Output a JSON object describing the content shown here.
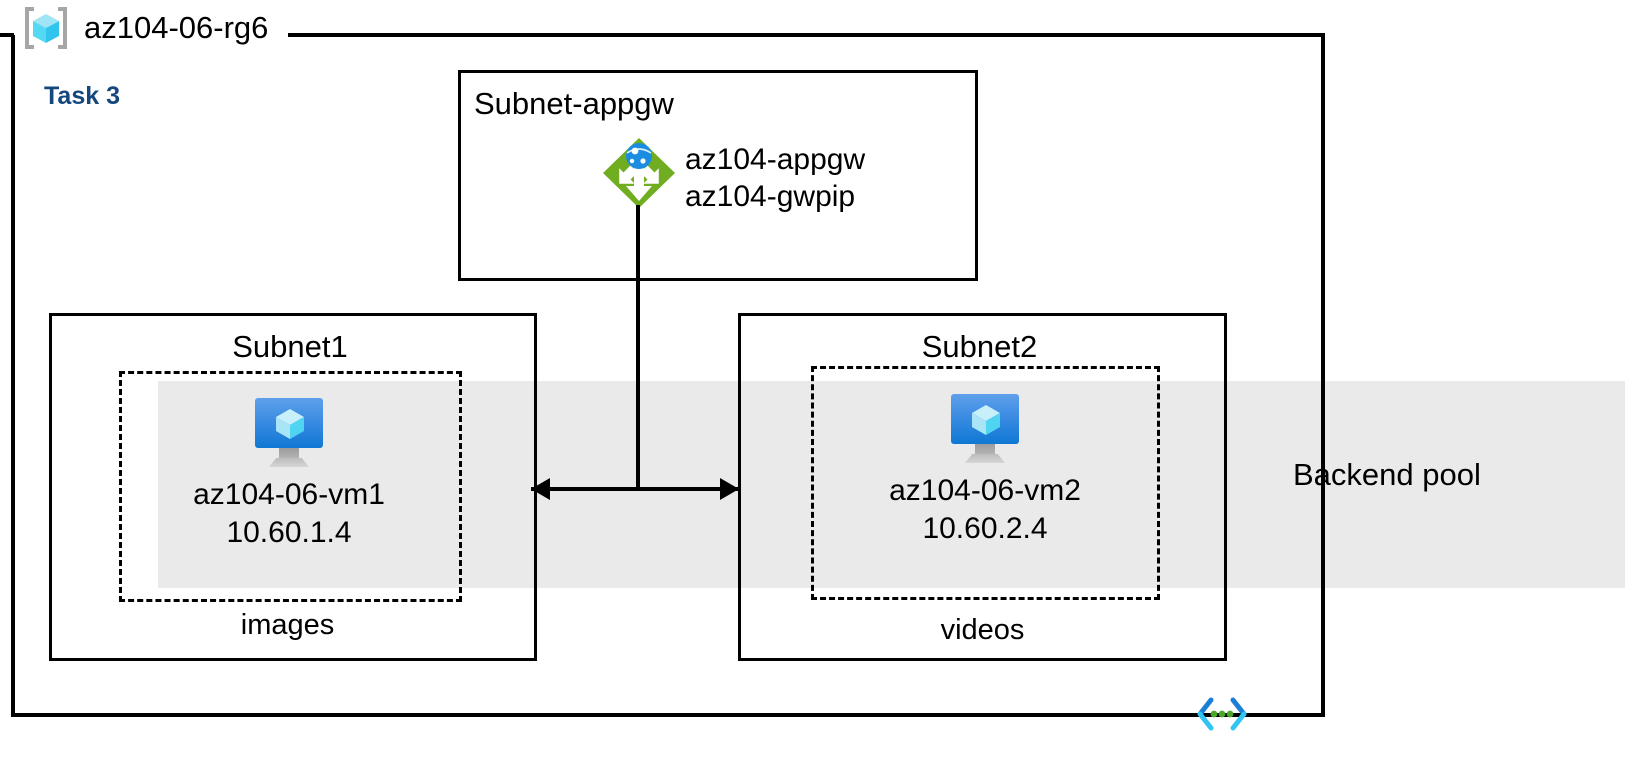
{
  "diagram": {
    "resource_group": {
      "name": "az104-06-rg6",
      "icon": "resource-group-cube-icon"
    },
    "task_label": "Task 3",
    "backend_pool": {
      "label": "Backend pool",
      "band_color": "#EAEAEA"
    },
    "appgw_subnet": {
      "title": "Subnet-appgw",
      "icon": "application-gateway-icon",
      "resources": [
        "az104-appgw",
        "az104-gwpip"
      ]
    },
    "subnets": [
      {
        "title": "Subnet1",
        "group_label": "images",
        "vm": {
          "icon": "virtual-machine-icon",
          "name": "az104-06-vm1",
          "ip": "10.60.1.4"
        }
      },
      {
        "title": "Subnet2",
        "group_label": "videos",
        "vm": {
          "icon": "virtual-machine-icon",
          "name": "az104-06-vm2",
          "ip": "10.60.2.4"
        }
      }
    ],
    "footer_icon": "virtual-network-code-icon",
    "colors": {
      "task_text": "#14477D",
      "appgw_green": "#70AD21",
      "vm_blue": "#0F78D4",
      "cube_cyan": "#9FE5F5",
      "band_gray": "#EAEAEA",
      "border_black": "#000000",
      "vnet_icon_blue": "#1C7FD6",
      "vnet_icon_cyan": "#32C5F4",
      "vnet_icon_green": "#4CA62B"
    }
  }
}
